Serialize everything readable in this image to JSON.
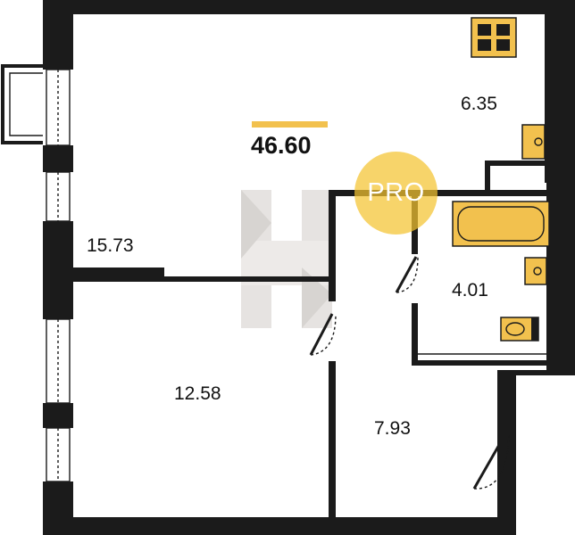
{
  "plan": {
    "total_area": "46.60",
    "badge": "PRO",
    "rooms": {
      "kitchen_living": "15.73",
      "kitchen_zone": "6.35",
      "bedroom": "12.58",
      "hallway": "7.93",
      "bathroom": "4.01"
    },
    "colors": {
      "wall": "#1b1b1b",
      "fixture": "#F2C14E",
      "accent": "#F2C14E",
      "watermark": "#b9b1aa"
    }
  }
}
